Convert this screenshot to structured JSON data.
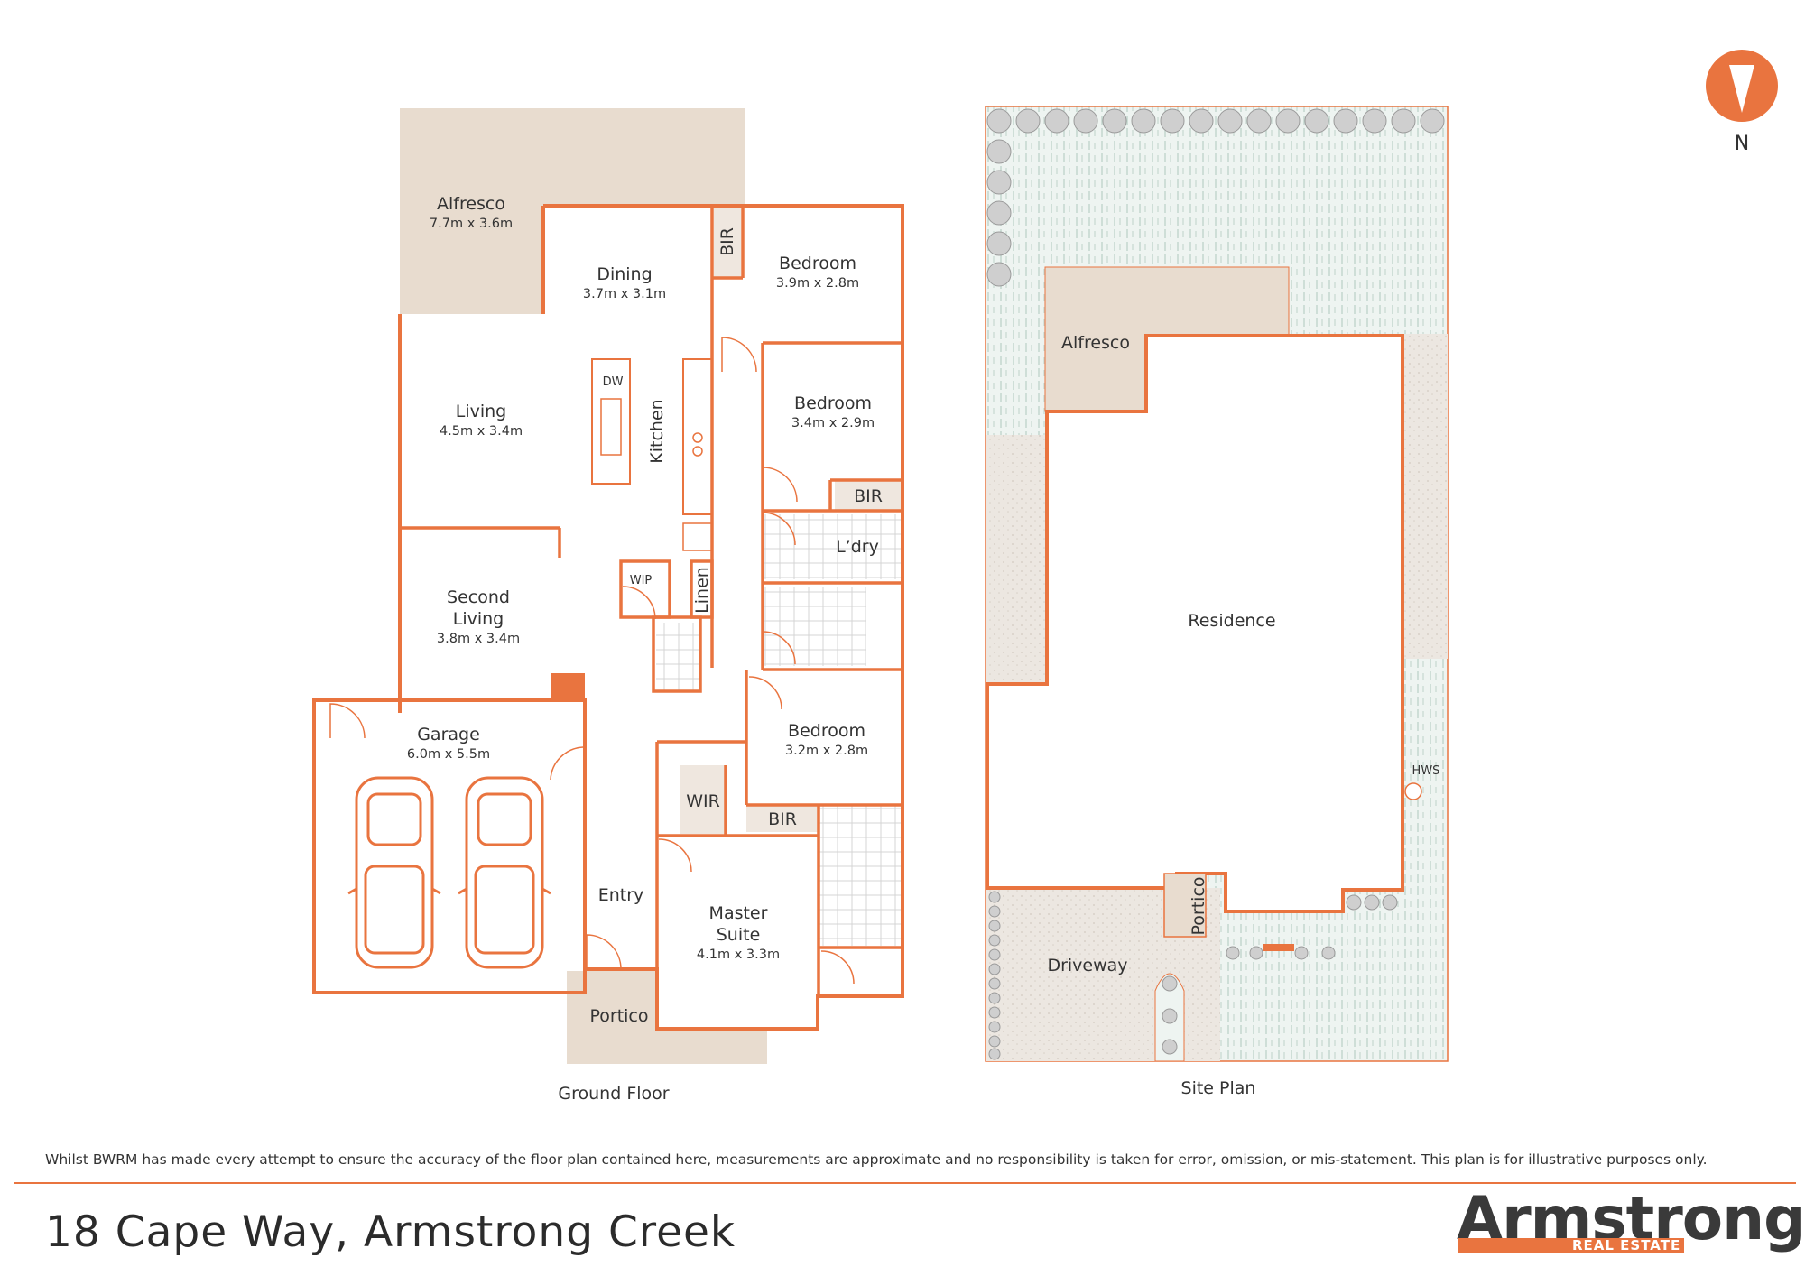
{
  "compass": {
    "label": "N"
  },
  "ground_floor": {
    "caption": "Ground Floor",
    "rooms": {
      "alfresco": {
        "name": "Alfresco",
        "dim": "7.7m x 3.6m"
      },
      "dining": {
        "name": "Dining",
        "dim": "3.7m x 3.1m"
      },
      "bir_top": {
        "name": "BIR"
      },
      "bedroom_top": {
        "name": "Bedroom",
        "dim": "3.9m x 2.8m"
      },
      "living": {
        "name": "Living",
        "dim": "4.5m x 3.4m"
      },
      "dw": {
        "name": "DW"
      },
      "kitchen": {
        "name": "Kitchen"
      },
      "bedroom_mid": {
        "name": "Bedroom",
        "dim": "3.4m x 2.9m"
      },
      "bir_mid": {
        "name": "BIR"
      },
      "laundry": {
        "name": "L’dry"
      },
      "wip": {
        "name": "WIP"
      },
      "linen": {
        "name": "Linen"
      },
      "second_living": {
        "name_line1": "Second",
        "name_line2": "Living",
        "dim": "3.8m x 3.4m"
      },
      "garage": {
        "name": "Garage",
        "dim": "6.0m x 5.5m"
      },
      "bedroom_low": {
        "name": "Bedroom",
        "dim": "3.2m x 2.8m"
      },
      "wir": {
        "name": "WIR"
      },
      "bir_low": {
        "name": "BIR"
      },
      "entry": {
        "name": "Entry"
      },
      "master": {
        "name_line1": "Master",
        "name_line2": "Suite",
        "dim": "4.1m x 3.3m"
      },
      "portico": {
        "name": "Portico"
      }
    }
  },
  "site_plan": {
    "caption": "Site Plan",
    "labels": {
      "alfresco": "Alfresco",
      "residence": "Residence",
      "hws": "HWS",
      "portico": "Portico",
      "driveway": "Driveway"
    }
  },
  "disclaimer": "Whilst BWRM  has made every attempt to ensure the accuracy of the floor plan contained here, measurements are approximate and no responsibility is taken for error, omission, or mis-statement. This plan is for illustrative purposes only.",
  "address": "18 Cape Way, Armstrong Creek",
  "logo": {
    "word": "Armstrong",
    "sub": "REAL ESTATE"
  },
  "colors": {
    "wall": "#e9743f",
    "deck": "#e9ddd0",
    "lawn": "#e3ece8",
    "gravel": "#ece8e3",
    "text": "#333333"
  }
}
